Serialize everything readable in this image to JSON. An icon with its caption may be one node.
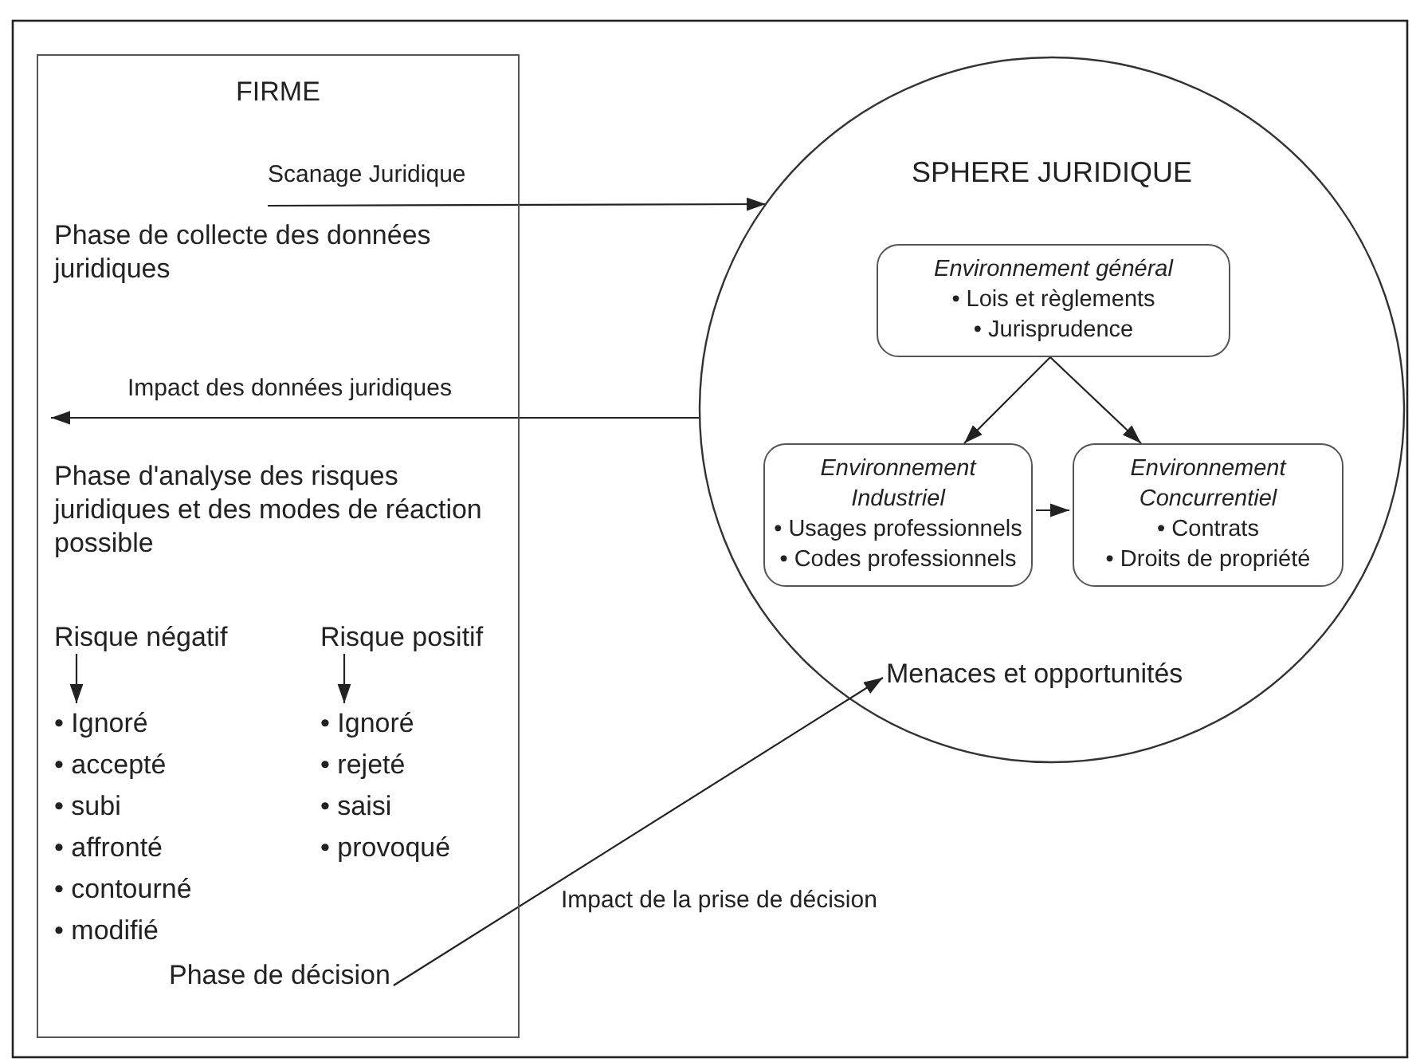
{
  "diagram": {
    "nodes": [
      {
        "text": [
          "FIRME"
        ]
      },
      {
        "text": [
          "Phase de collecte des données juridiques"
        ],
        "in": 0
      },
      {
        "text": [
          "Phase d'analyse des risques juridiques et des modes de réaction possible"
        ],
        "in": 0
      },
      {
        "text": [
          "Risque négatif"
        ],
        "in": 0
      },
      {
        "text": [
          "• Ignoré",
          "• accepté",
          "• subi",
          "• affronté",
          "• contourné",
          "• modifié"
        ],
        "in": 0
      },
      {
        "text": [
          "Risque positif"
        ],
        "in": 0
      },
      {
        "text": [
          "• Ignoré",
          "• rejeté",
          "• saisi",
          "• provoqué"
        ],
        "in": 0
      },
      {
        "text": [
          "Phase de décision"
        ],
        "in": 0
      },
      {
        "text": [
          "SPHERE JURIDIQUE"
        ]
      },
      {
        "text": [
          "Environnement général",
          "• Lois et règlements",
          "• Jurisprudence"
        ],
        "in": 8
      },
      {
        "text": [
          "Environnement Industriel",
          "• Usages professionnels",
          "• Codes professionnels"
        ],
        "in": 8
      },
      {
        "text": [
          "Environnement Concurrentiel",
          "• Contrats",
          "• Droits de propriété"
        ],
        "in": 8
      },
      {
        "text": [
          "Menaces et opportunités"
        ],
        "in": 8
      }
    ],
    "edges": [
      {
        "from": 1,
        "to": 8,
        "arrow": "to",
        "label": "Scanage Juridique"
      },
      {
        "from": 8,
        "to": 0,
        "arrow": "to",
        "label": "Impact des données juridiques"
      },
      {
        "from": 9,
        "to": 10,
        "arrow": "to"
      },
      {
        "from": 9,
        "to": 11,
        "arrow": "to"
      },
      {
        "from": 10,
        "to": 11,
        "arrow": "to"
      },
      {
        "from": 3,
        "to": 4,
        "arrow": "to"
      },
      {
        "from": 5,
        "to": 6,
        "arrow": "to"
      },
      {
        "from": 7,
        "to": 12,
        "arrow": "to",
        "label": "Impact de la prise de décision"
      }
    ]
  }
}
